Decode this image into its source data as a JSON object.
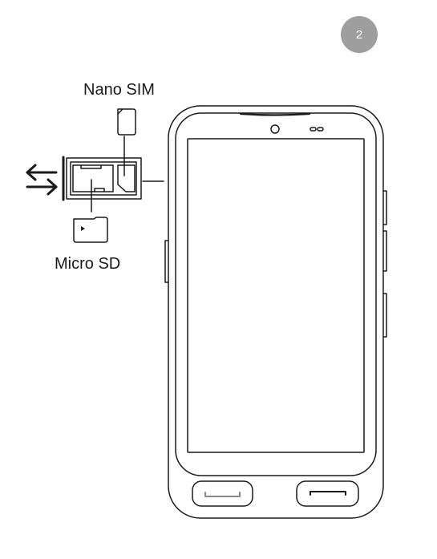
{
  "step": {
    "number": "2"
  },
  "labels": {
    "nano_sim": "Nano SIM",
    "micro_sd": "Micro SD"
  },
  "colors": {
    "line": "#1a1a1a",
    "badge": "#9e9e9e",
    "background": "#ffffff"
  },
  "icons": {
    "insert_remove": "double-arrow-icon",
    "micro_sd_play": "triangle-icon"
  }
}
